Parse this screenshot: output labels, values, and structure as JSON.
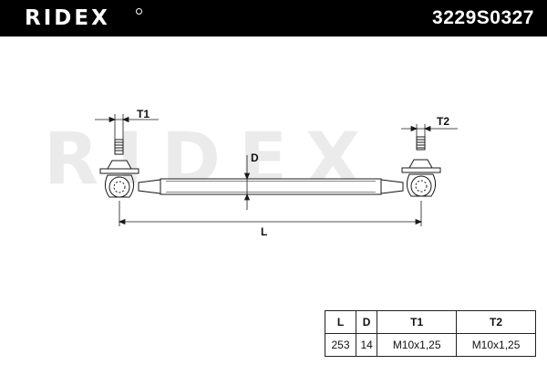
{
  "header": {
    "brand": "RIDEX",
    "part_number": "3229S0327"
  },
  "watermark": {
    "text": "RIDEX"
  },
  "drawing": {
    "labels": {
      "t1": "T1",
      "t2": "T2",
      "d": "D",
      "l": "L"
    }
  },
  "spec_table": {
    "headers": [
      "L",
      "D",
      "T1",
      "T2"
    ],
    "values": [
      "253",
      "14",
      "M10x1,25",
      "M10x1,25"
    ]
  }
}
